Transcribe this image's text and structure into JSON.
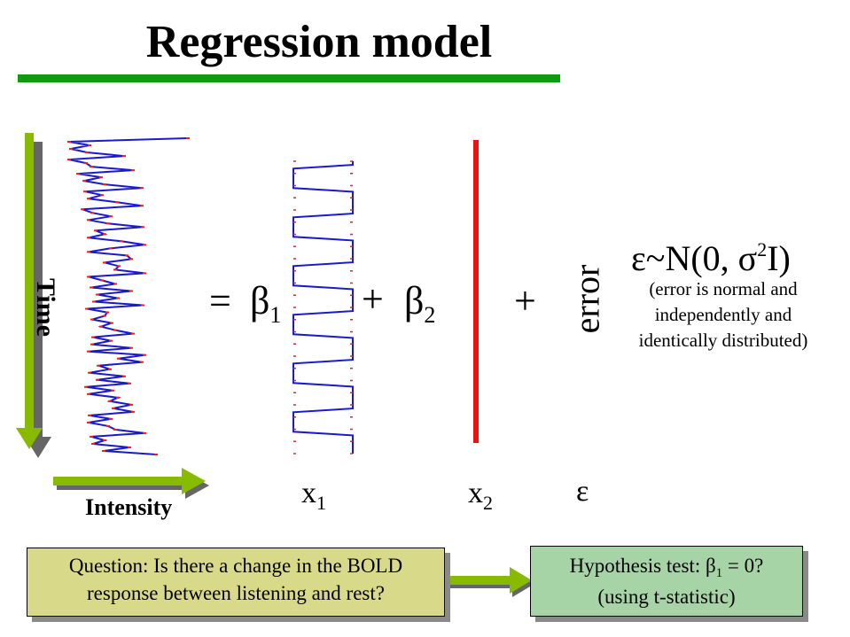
{
  "title": "Regression model",
  "colors": {
    "title_rule": "#119911",
    "arrow": "#88bb00",
    "arrow_shadow": "#666666",
    "signal_line": "#1a1acc",
    "signal_marks": "#ee2222",
    "x2_line": "#ee1111",
    "question_box_fill": "#d9d98a",
    "hypothesis_box_fill": "#a6d4a6"
  },
  "labels": {
    "time": "Time",
    "intensity": "Intensity",
    "error": "error"
  },
  "equation": {
    "equals": "=",
    "beta1": "β",
    "beta1_sub": "1",
    "plus1": "+",
    "beta2": "β",
    "beta2_sub": "2",
    "plus2": "+"
  },
  "regressors": {
    "x1": "x",
    "x1_sub": "1",
    "x2": "x",
    "x2_sub": "2",
    "eps": "ε"
  },
  "distribution": {
    "eps": "ε",
    "tilde_n": "~N(0, ",
    "sigma": "σ",
    "sigma_sup": "2",
    "identity": "I)",
    "desc_line1": "(error is normal and",
    "desc_line2": "independently and",
    "desc_line3": "identically distributed)"
  },
  "question": {
    "line1": "Question: Is there a change in the BOLD",
    "line2": "response between listening and rest?"
  },
  "hypothesis": {
    "line1_prefix": "Hypothesis test: ",
    "beta": "β",
    "beta_sub": "1",
    "line1_suffix": " = 0?",
    "line2": "(using t-statistic)"
  },
  "x1_design": {
    "blocks": 6,
    "low_level": 0,
    "high_level": 1
  }
}
